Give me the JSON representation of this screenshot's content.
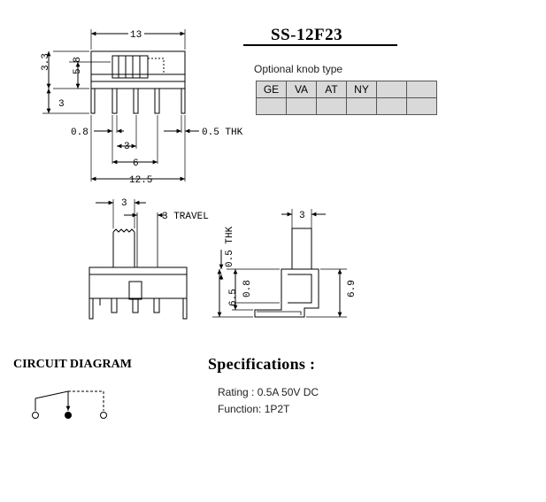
{
  "model": "SS-12F23",
  "knob": {
    "caption": "Optional knob type",
    "types": [
      "GE",
      "VA",
      "AT",
      "NY",
      "",
      ""
    ]
  },
  "dimensions": {
    "width_top": "13",
    "height_3_3": "3.3",
    "height_5_8": "5.8",
    "pin_len": "3",
    "pin_w": "0.8",
    "pitch": "3",
    "span": "6",
    "thk_top": "0.5 THK",
    "base_w": "12.5",
    "knob_w": "3",
    "travel": "3 TRAVEL",
    "side_knob": "3",
    "thk_side": "0.5 THK",
    "h_6_5": "6.5",
    "h_0_8": "0.8",
    "h_6_9": "6.9"
  },
  "circuit": {
    "title": "CIRCUIT DIAGRAM"
  },
  "specs": {
    "title": "Specifications :",
    "rating": "Rating : 0.5A 50V DC",
    "function": "Function: 1P2T"
  }
}
